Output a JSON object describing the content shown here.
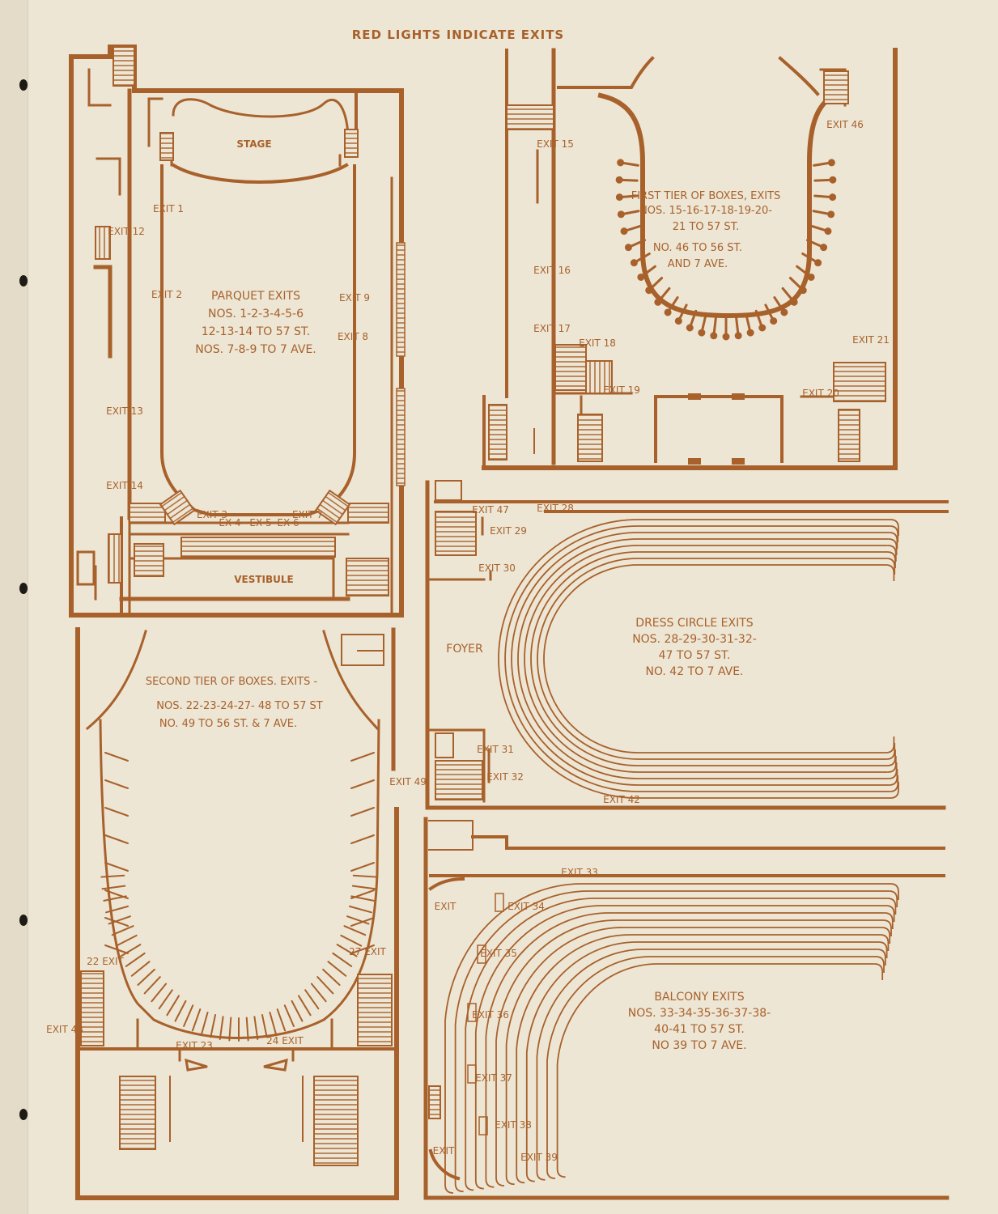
{
  "header": {
    "title": "RED LIGHTS INDICATE EXITS"
  },
  "colors": {
    "ink": "#a8612b",
    "paper": "#ede6d5",
    "spine": "#e4dcc8"
  },
  "parquet": {
    "stage": "STAGE",
    "vestibule": "VESTIBULE",
    "heading": "PARQUET EXITS",
    "line1": "NOS. 1-2-3-4-5-6",
    "line2": "12-13-14 TO 57 ST.",
    "line3": "NOS. 7-8-9 TO 7 AVE.",
    "exits": [
      "EXIT 1",
      "EXIT 2",
      "EXIT 3",
      "EX 4",
      "EX 5",
      "EX 6",
      "EXIT 7",
      "EXIT 8",
      "EXIT 9",
      "EXIT 12",
      "EXIT 13",
      "EXIT 14"
    ]
  },
  "first_tier": {
    "heading": "FIRST TIER OF BOXES, EXITS",
    "line1": "NOS. 15-16-17-18-19-20-",
    "line2": "21 TO 57 ST.",
    "line3": "NO. 46 TO 56 ST.",
    "line4": "AND 7 AVE.",
    "exits": [
      "EXIT 15",
      "EXIT 16",
      "EXIT 17",
      "EXIT 18",
      "EXIT 19",
      "EXIT 20",
      "EXIT 21",
      "EXIT 46"
    ]
  },
  "second_tier": {
    "line1": "SECOND TIER OF BOXES. EXITS -",
    "line2": "NOS. 22-23-24-27- 48 TO 57 ST",
    "line3": "NO. 49 TO 56 ST. & 7 AVE.",
    "exits": [
      "22 EXIT",
      "EXIT 23",
      "24 EXIT",
      "27 EXIT",
      "EXIT 48",
      "EXIT 49"
    ]
  },
  "dress_circle": {
    "foyer": "FOYER",
    "heading": "DRESS CIRCLE EXITS",
    "line1": "NOS. 28-29-30-31-32-",
    "line2": "47 TO 57 ST.",
    "line3": "NO. 42 TO 7 AVE.",
    "exits": [
      "EXIT 47",
      "EXIT 28",
      "EXIT 29",
      "EXIT 30",
      "EXIT 31",
      "EXIT 32",
      "EXIT 42"
    ]
  },
  "balcony": {
    "heading": "BALCONY EXITS",
    "line1": "NOS. 33-34-35-36-37-38-",
    "line2": "40-41 TO 57 ST.",
    "line3": "NO 39 TO 7 AVE.",
    "exits": [
      "EXIT 33",
      "EXIT 34",
      "EXIT 35",
      "EXIT 36",
      "EXIT 37",
      "EXIT 38",
      "EXIT 39",
      "EXIT",
      "EXIT"
    ]
  }
}
